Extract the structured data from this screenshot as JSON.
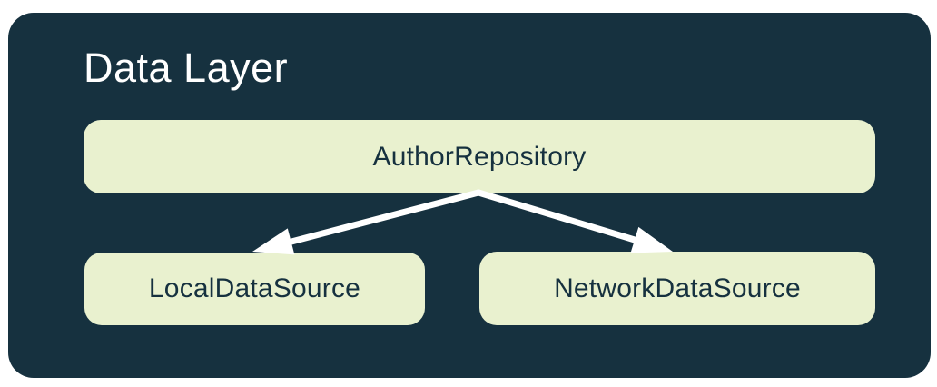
{
  "diagram": {
    "title": "Data Layer",
    "nodes": [
      {
        "id": "repository",
        "label": "AuthorRepository"
      },
      {
        "id": "local-data-source",
        "label": "LocalDataSource"
      },
      {
        "id": "network-data-source",
        "label": "NetworkDataSource"
      }
    ],
    "edges": [
      {
        "from": "AuthorRepository",
        "to": "LocalDataSource"
      },
      {
        "from": "AuthorRepository",
        "to": "NetworkDataSource"
      }
    ],
    "colors": {
      "page_background": "#FFFFFF",
      "background": "#16313F",
      "node_fill": "#E9F1CF",
      "node_text": "#16313F",
      "title_text": "#FFFFFF",
      "arrow": "#FFFFFF"
    }
  }
}
